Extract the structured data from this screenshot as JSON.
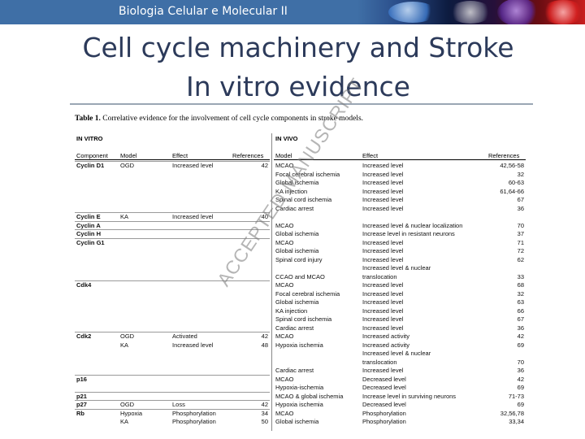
{
  "header": {
    "course": "Biologia Celular e Molecular II"
  },
  "slide": {
    "title_line1": "Cell cycle machinery and Stroke",
    "title_line2": "In vitro evidence"
  },
  "table": {
    "label": "Table 1.",
    "caption": "Correlative evidence for the involvement of cell cycle components in stroke models.",
    "watermark": "ACCEPTED MANUSCRIPT",
    "in_vitro_label": "IN VITRO",
    "in_vivo_label": "IN VIVO",
    "headers": {
      "component": "Component",
      "model": "Model",
      "effect": "Effect",
      "references": "References",
      "vivo_model": "Model",
      "vivo_effect": "Effect",
      "vivo_references": "References"
    },
    "rows": [
      {
        "component": "Cyclin D1",
        "model": "OGD",
        "effect": "Increased level",
        "ref": "42",
        "vmodel": "MCAO",
        "veffect": "Increased level",
        "vref": "42,56-58"
      },
      {
        "component": "",
        "model": "",
        "effect": "",
        "ref": "",
        "vmodel": "Focal cerebral ischemia",
        "veffect": "Increased level",
        "vref": "32"
      },
      {
        "component": "",
        "model": "",
        "effect": "",
        "ref": "",
        "vmodel": "Global ischemia",
        "veffect": "Increased level",
        "vref": "60-63"
      },
      {
        "component": "",
        "model": "",
        "effect": "",
        "ref": "",
        "vmodel": "KA injection",
        "veffect": "Increased level",
        "vref": "61,64-66"
      },
      {
        "component": "",
        "model": "",
        "effect": "",
        "ref": "",
        "vmodel": "Spinal cord ischemia",
        "veffect": "Increased level",
        "vref": "67"
      },
      {
        "component": "",
        "model": "",
        "effect": "",
        "ref": "",
        "vmodel": "Cardiac arrest",
        "veffect": "Increased level",
        "vref": "36"
      },
      {
        "component": "Cyclin E",
        "model": "KA",
        "effect": "Increased level",
        "ref": "40",
        "vmodel": "",
        "veffect": "",
        "vref": ""
      },
      {
        "component": "Cyclin A",
        "model": "",
        "effect": "",
        "ref": "",
        "vmodel": "MCAO",
        "veffect": "Increased level & nuclear localization",
        "vref": "70"
      },
      {
        "component": "Cyclin H",
        "model": "",
        "effect": "",
        "ref": "",
        "vmodel": "Global ischemia",
        "veffect": "Increase level in resistant neurons",
        "vref": "37"
      },
      {
        "component": "Cyclin G1",
        "model": "",
        "effect": "",
        "ref": "",
        "vmodel": "MCAO",
        "veffect": "Increased level",
        "vref": "71"
      },
      {
        "component": "",
        "model": "",
        "effect": "",
        "ref": "",
        "vmodel": "Global ischemia",
        "veffect": "Increased level",
        "vref": "72"
      },
      {
        "component": "",
        "model": "",
        "effect": "",
        "ref": "",
        "vmodel": "Spinal cord injury",
        "veffect": "Increased level",
        "vref": "62"
      },
      {
        "component": "",
        "model": "",
        "effect": "",
        "ref": "",
        "vmodel": "",
        "veffect": "Increased level & nuclear",
        "vref": ""
      },
      {
        "component": "",
        "model": "",
        "effect": "",
        "ref": "",
        "vmodel": "CCAO and MCAO",
        "veffect": "translocation",
        "vref": "33"
      },
      {
        "component": "Cdk4",
        "model": "",
        "effect": "",
        "ref": "",
        "vmodel": "MCAO",
        "veffect": "Increased level",
        "vref": "68"
      },
      {
        "component": "",
        "model": "",
        "effect": "",
        "ref": "",
        "vmodel": "Focal cerebral ischemia",
        "veffect": "Increased level",
        "vref": "32"
      },
      {
        "component": "",
        "model": "",
        "effect": "",
        "ref": "",
        "vmodel": "Global ischemia",
        "veffect": "Increased level",
        "vref": "63"
      },
      {
        "component": "",
        "model": "",
        "effect": "",
        "ref": "",
        "vmodel": "KA injection",
        "veffect": "Increased level",
        "vref": "66"
      },
      {
        "component": "",
        "model": "",
        "effect": "",
        "ref": "",
        "vmodel": "Spinal cord ischemia",
        "veffect": "Increased level",
        "vref": "67"
      },
      {
        "component": "",
        "model": "",
        "effect": "",
        "ref": "",
        "vmodel": "Cardiac arrest",
        "veffect": "Increased level",
        "vref": "36"
      },
      {
        "component": "Cdk2",
        "model": "OGD",
        "effect": "Activated",
        "ref": "42",
        "vmodel": "MCAO",
        "veffect": "Increased activity",
        "vref": "42"
      },
      {
        "component": "",
        "model": "KA",
        "effect": "Increased level",
        "ref": "48",
        "vmodel": "Hypoxia ischemia",
        "veffect": "Increased activity",
        "vref": "69"
      },
      {
        "component": "",
        "model": "",
        "effect": "",
        "ref": "",
        "vmodel": "",
        "veffect": "Increased level & nuclear",
        "vref": ""
      },
      {
        "component": "",
        "model": "",
        "effect": "",
        "ref": "",
        "vmodel": "",
        "veffect": "translocation",
        "vref": "70"
      },
      {
        "component": "",
        "model": "",
        "effect": "",
        "ref": "",
        "vmodel": "Cardiac arrest",
        "veffect": "Increased level",
        "vref": "36"
      },
      {
        "component": "p16",
        "model": "",
        "effect": "",
        "ref": "",
        "vmodel": "MCAO",
        "veffect": "Decreased level",
        "vref": "42"
      },
      {
        "component": "",
        "model": "",
        "effect": "",
        "ref": "",
        "vmodel": "Hypoxia-ischemia",
        "veffect": "Decreased level",
        "vref": "69"
      },
      {
        "component": "p21",
        "model": "",
        "effect": "",
        "ref": "",
        "vmodel": "MCAO & global ischemia",
        "veffect": "Increase level in surviving neurons",
        "vref": "71-73"
      },
      {
        "component": "p27",
        "model": "OGD",
        "effect": "Loss",
        "ref": "42",
        "vmodel": "Hypoxia ischemia",
        "veffect": "Decreased level",
        "vref": "69"
      },
      {
        "component": "Rb",
        "model": "Hypoxia",
        "effect": "Phosphorylation",
        "ref": "34",
        "vmodel": "MCAO",
        "veffect": "Phosphorylation",
        "vref": "32,56,78"
      },
      {
        "component": "",
        "model": "KA",
        "effect": "Phosphorylation",
        "ref": "50",
        "vmodel": "Global ischemia",
        "veffect": "Phosphorylation",
        "vref": "33,34"
      }
    ]
  },
  "colors": {
    "header_bar": "#3f6fa6",
    "title_text": "#2c3a5a"
  }
}
